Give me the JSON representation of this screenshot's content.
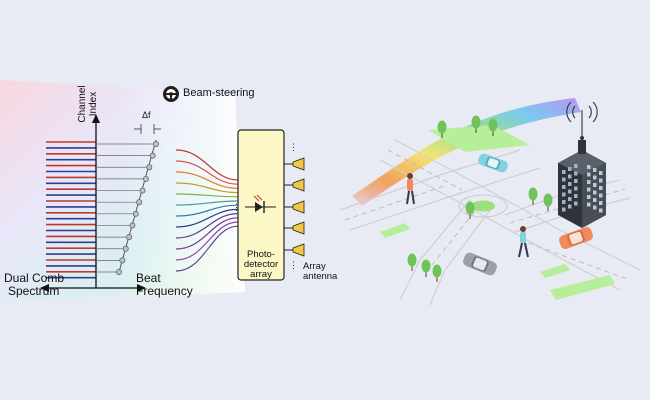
{
  "labels": {
    "channel_index": [
      "Channel",
      "Index"
    ],
    "beam_steering": "Beam-steering",
    "delta_f": "Δf",
    "dual_comb_spectrum": [
      "Dual Comb",
      "Spectrum"
    ],
    "beat_frequency": [
      "Beat",
      "Frequency"
    ],
    "photodetector_array": [
      "Photo-",
      "detector",
      "array"
    ],
    "array_antenna": [
      "Array",
      "antenna"
    ]
  },
  "colors": {
    "background_band": "#e8ebf4",
    "page": "#ffffff",
    "comb_red": "#c0392b",
    "comb_blue": "#2c3e8f",
    "detector_box": "#fbf7c6",
    "antenna": "#f2c744",
    "road": "#dcdcdc",
    "grass": "#9be07a",
    "building": "#3b3f47",
    "car_orange": "#f08a5d",
    "car_teal": "#7fd3df",
    "car_grey": "#9aa0a6"
  },
  "icons": [
    "steering-wheel-icon",
    "photodiode-icon",
    "antenna-icon",
    "radio-tower-icon"
  ]
}
